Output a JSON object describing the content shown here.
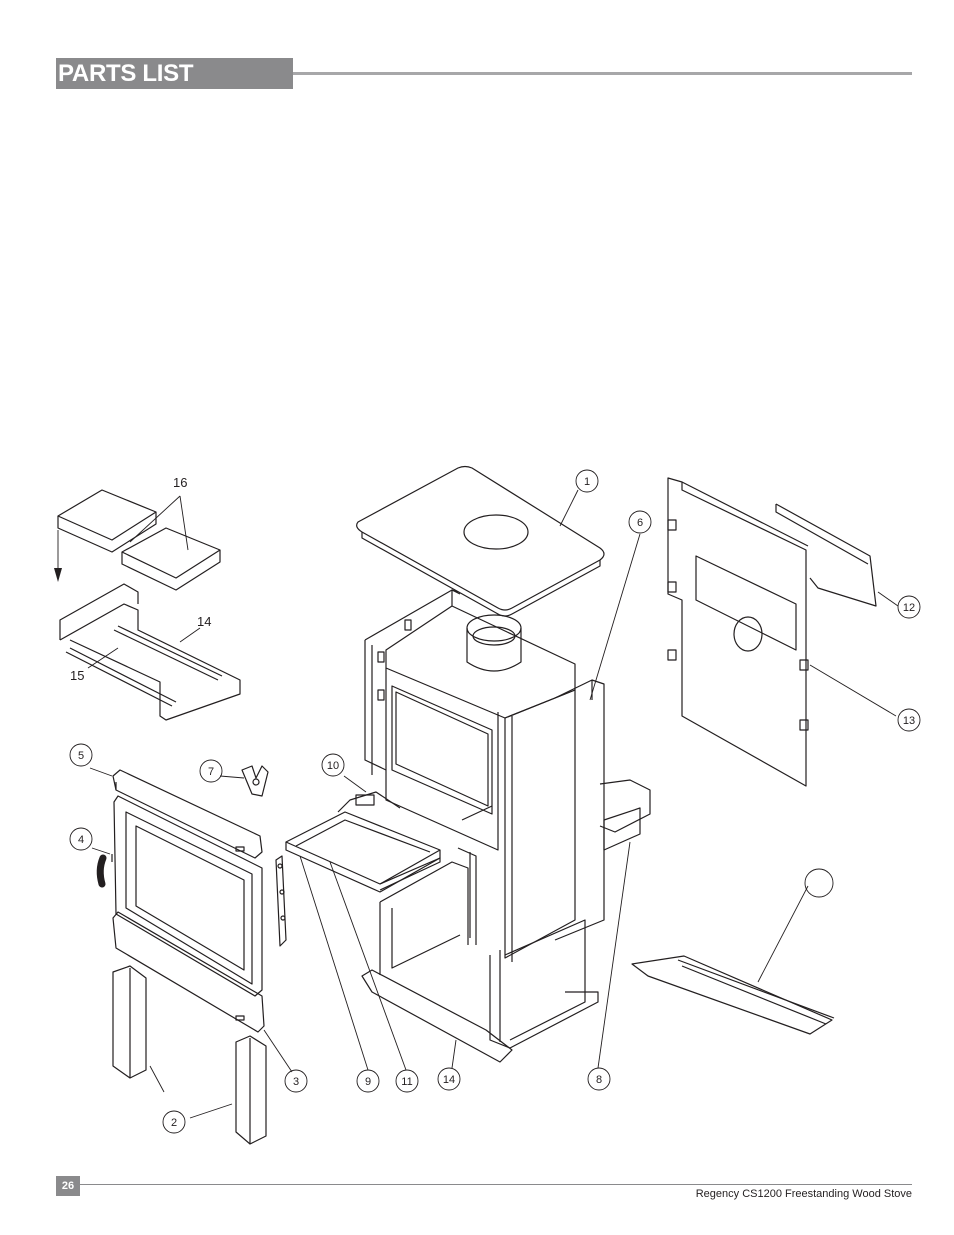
{
  "header": {
    "title": "PARTS LIST"
  },
  "callouts": {
    "c1": "1",
    "c2": "2",
    "c3": "3",
    "c4": "4",
    "c5": "5",
    "c6": "6",
    "c7": "7",
    "c8": "8",
    "c9": "9",
    "c10": "10",
    "c11": "11",
    "c12": "12",
    "c13": "13",
    "c14a": "14",
    "c14b": "14",
    "c15": "15",
    "c16": "16",
    "c_blank": ""
  },
  "footer": {
    "page_number": "26",
    "doc_title": "Regency CS1200 Freestanding Wood Stove"
  },
  "colors": {
    "header_gray": "#8a8a8c",
    "rule_gray": "#a7a7a9",
    "ink": "#231f20"
  }
}
